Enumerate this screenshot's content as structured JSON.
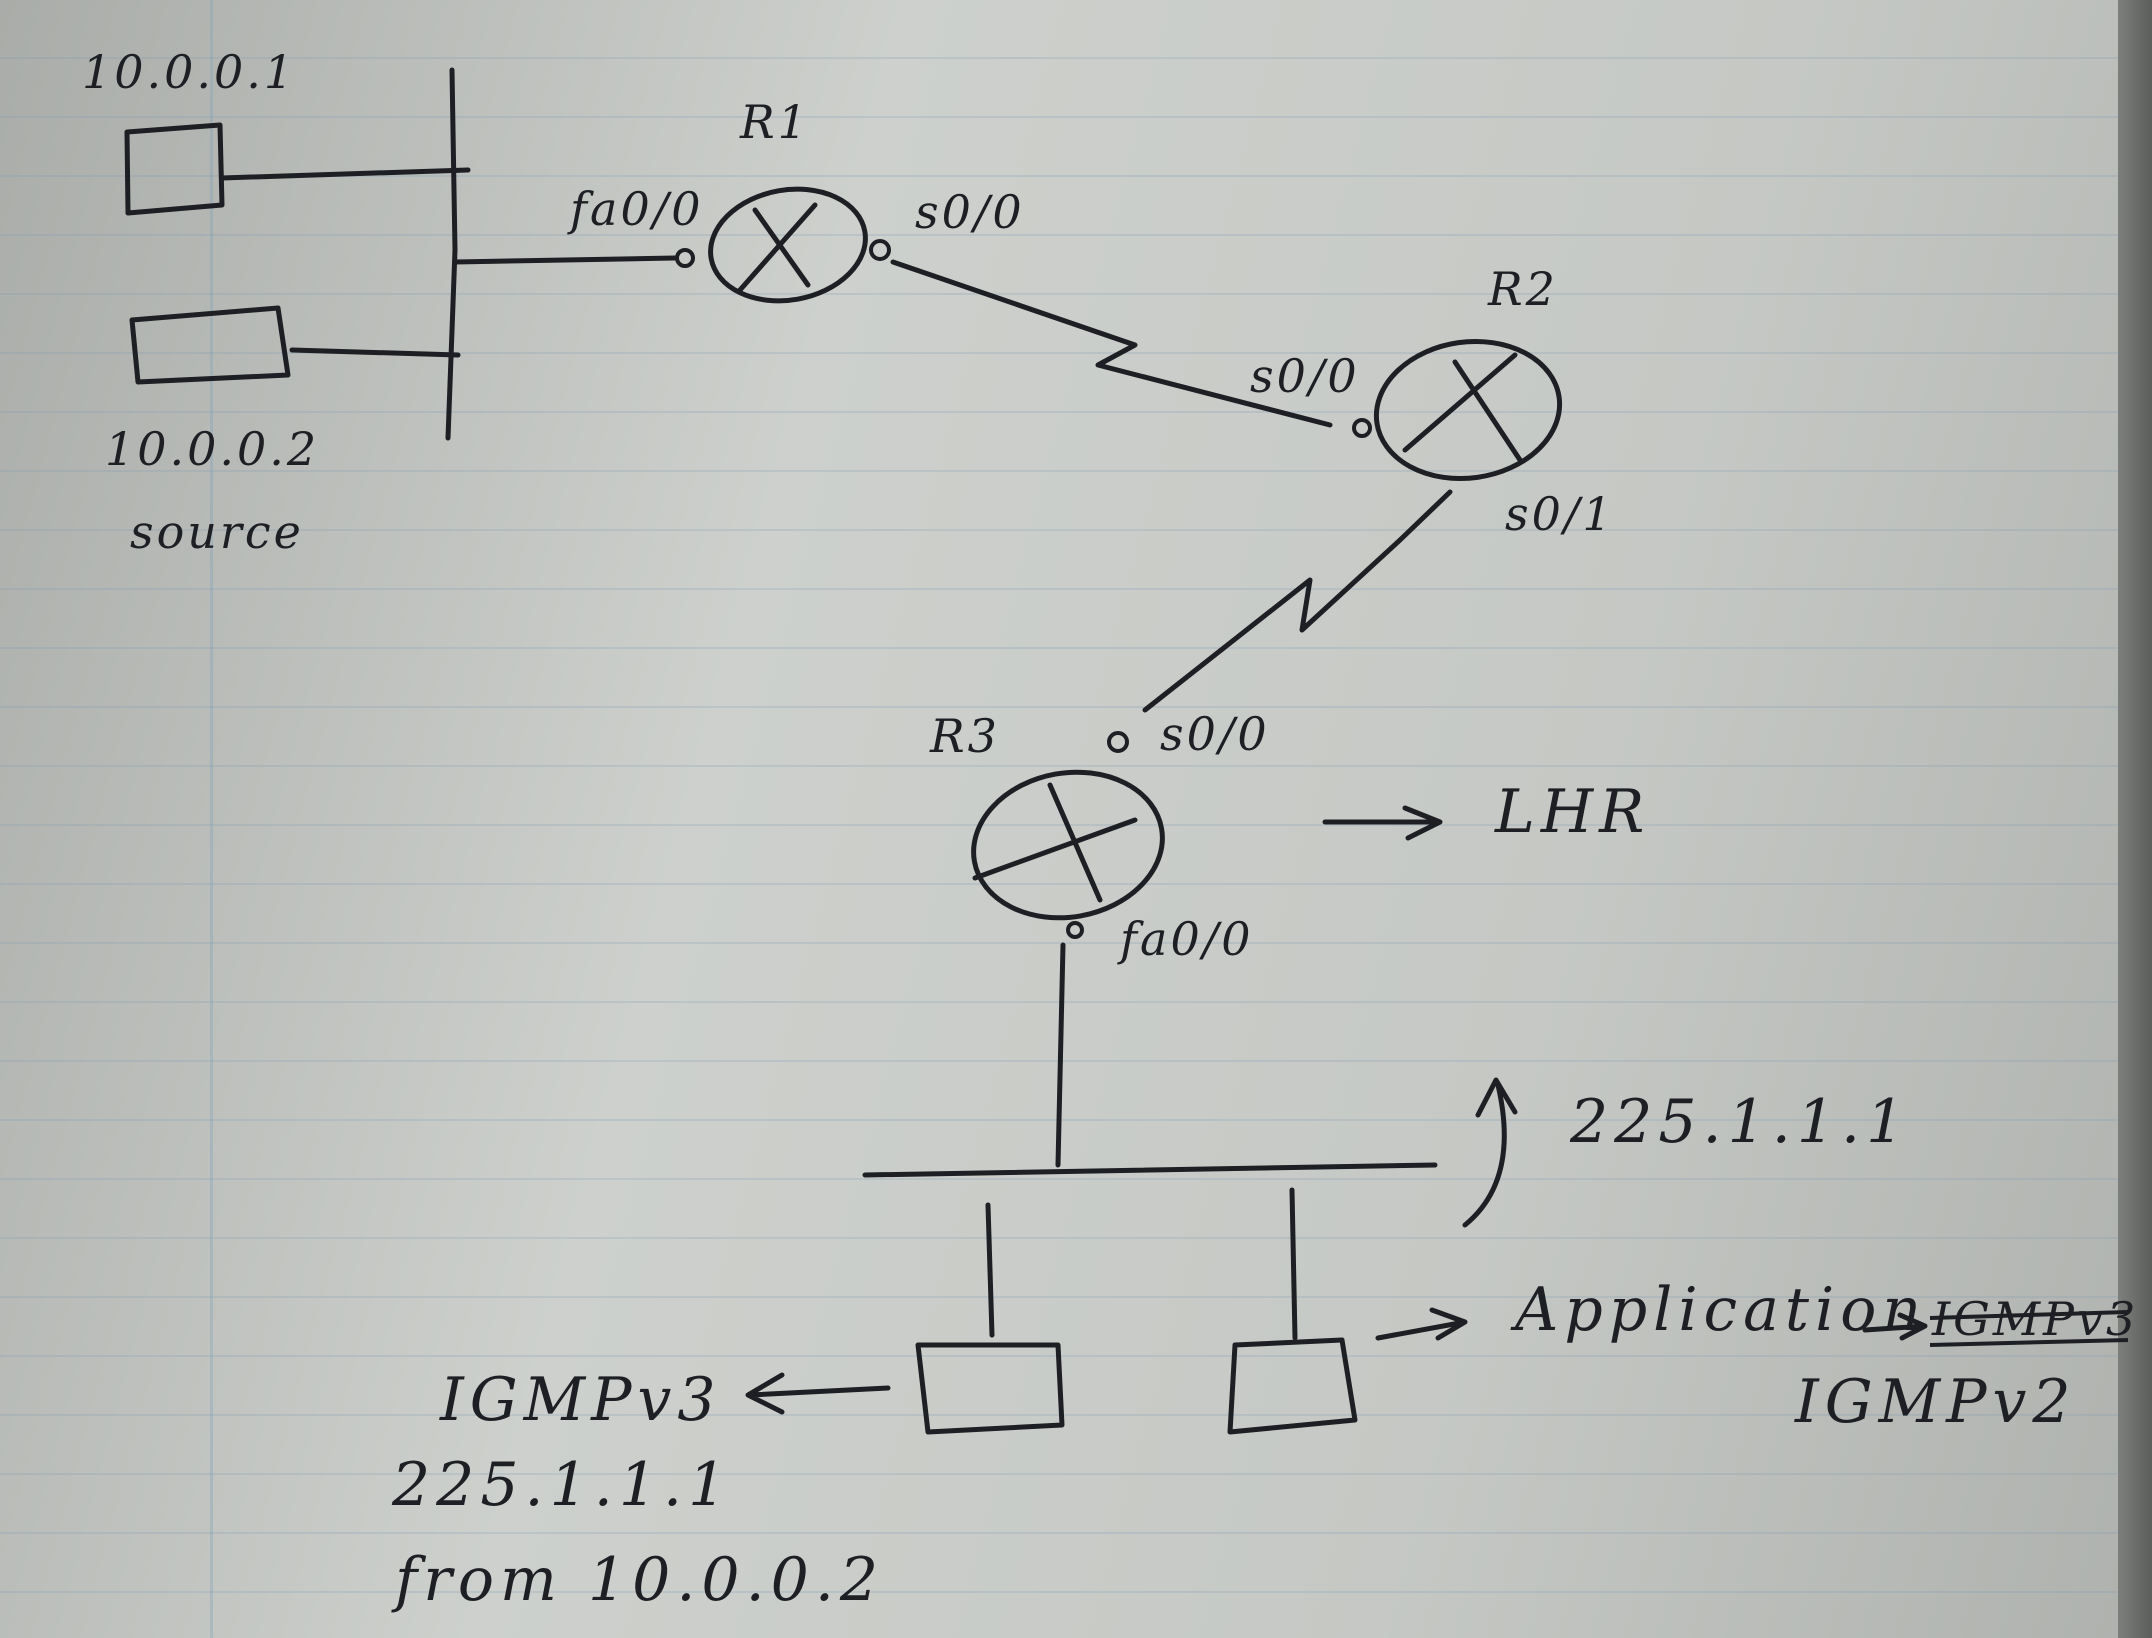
{
  "hosts": {
    "host1_ip": "10.0.0.1",
    "host2_ip": "10.0.0.2",
    "source_label": "source"
  },
  "routers": {
    "r1": {
      "name": "R1",
      "if_left": "fa0/0",
      "if_right": "s0/0"
    },
    "r2": {
      "name": "R2",
      "if_left": "s0/0",
      "if_bottom": "s0/1"
    },
    "r3": {
      "name": "R3",
      "if_top": "s0/0",
      "if_bottom": "fa0/0",
      "role": "LHR"
    }
  },
  "receivers": {
    "group_label": "225.1.1.1",
    "left_receiver": {
      "protocol": "IGMPv3",
      "join_group": "225.1.1.1",
      "join_source": "from 10.0.0.2"
    },
    "right_receiver": {
      "application": "Application",
      "struck_text": "IGMPv3",
      "protocol": "IGMPv2"
    }
  }
}
